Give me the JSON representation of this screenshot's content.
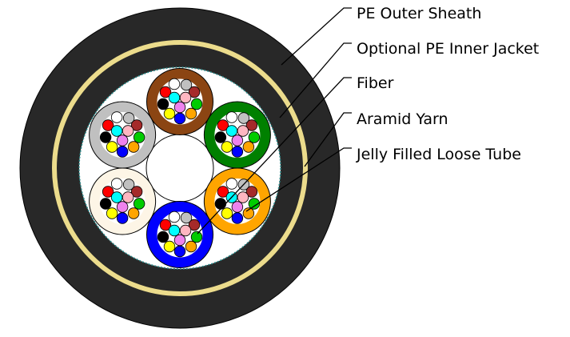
{
  "labels": {
    "outer_sheath": "PE Outer Sheath",
    "inner_jacket": "Optional PE Inner Jacket",
    "fiber": "Fiber",
    "aramid": "Aramid Yarn",
    "loose_tube": "Jelly Filled Loose Tube"
  },
  "colors": {
    "sheath": "#282828",
    "aramid_ring": "#ecdc8c",
    "tubes": [
      "#8b4513",
      "#008000",
      "#ffa500",
      "#0000ff",
      "#fdf5e6",
      "#c0c0c0"
    ],
    "fibers": [
      "#ffffff",
      "#c0c0c0",
      "#ff0000",
      "#a52a2a",
      "#00ffff",
      "#ffb6c1",
      "#000000",
      "#00cc00",
      "#ee82ee",
      "#ffff00",
      "#0000ff",
      "#ffa500"
    ]
  }
}
